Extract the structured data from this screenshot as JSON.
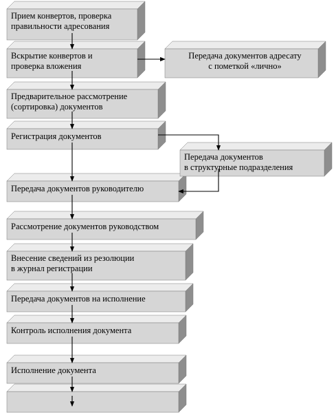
{
  "steps": [
    {
      "lines": [
        "Прием конвертов, проверка",
        "правильности адресования"
      ]
    },
    {
      "lines": [
        "Вскрытие конвертов и",
        "проверка вложения"
      ]
    },
    {
      "lines": [
        "Предварительное рассмотрение",
        "(сортировка) документов"
      ]
    },
    {
      "lines": [
        "Регистрация документов"
      ]
    },
    {
      "lines": [
        "Передача документов руководителю"
      ]
    },
    {
      "lines": [
        "Рассмотрение документов руководством"
      ]
    },
    {
      "lines": [
        "Внесение сведений из резолюции",
        "в журнал регистрации"
      ]
    },
    {
      "lines": [
        "Передача документов на исполнение"
      ]
    },
    {
      "lines": [
        "Контроль исполнения документа"
      ]
    },
    {
      "lines": [
        "Исполнение документа"
      ]
    },
    {
      "lines": []
    }
  ],
  "branches": [
    {
      "lines": [
        "Передача документов адресату",
        "с пометкой «лично»"
      ]
    },
    {
      "lines": [
        "Передача документов",
        "в структурные подразделения"
      ]
    }
  ],
  "colors": {
    "front": "#d6d6d6",
    "top": "#ececec",
    "side": "#8e8e8e",
    "edge": "#7a7a7a",
    "arrow": "#000000"
  }
}
